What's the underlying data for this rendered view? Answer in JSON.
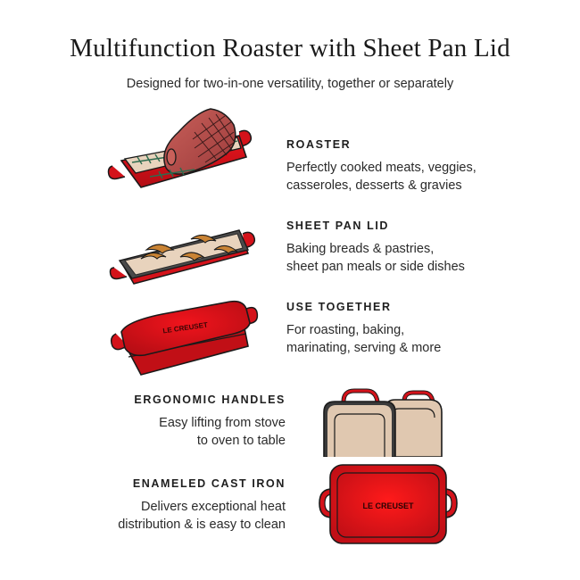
{
  "header": {
    "title": "Multifunction Roaster with Sheet Pan Lid",
    "subtitle": "Designed for two-in-one versatility, together or separately"
  },
  "features": [
    {
      "heading": "ROASTER",
      "line1": "Perfectly cooked meats, veggies,",
      "line2": "casseroles, desserts & gravies",
      "icon": "roaster-with-ham-illustration"
    },
    {
      "heading": "SHEET PAN LID",
      "line1": "Baking breads & pastries,",
      "line2": "sheet pan meals or side dishes",
      "icon": "sheet-pan-with-croissants-illustration"
    },
    {
      "heading": "USE TOGETHER",
      "line1": "For roasting, baking,",
      "line2": "marinating, serving & more",
      "icon": "covered-roaster-illustration"
    },
    {
      "heading": "ERGONOMIC HANDLES",
      "line1": "Easy lifting from stove",
      "line2": "to oven to table",
      "icon": "handles-closeup-illustration"
    },
    {
      "heading": "ENAMELED CAST IRON",
      "line1": "Delivers exceptional heat",
      "line2": "distribution & is easy to clean",
      "icon": "top-view-roaster-illustration"
    }
  ],
  "brand": {
    "logo_text": "LE CREUSET"
  },
  "colors": {
    "enamel_red": "#d4121a",
    "enamel_dark": "#9e0b10",
    "interior_beige": "#e8d3bd",
    "outline": "#1a1a1a",
    "rosemary_green": "#2e6b4f",
    "ham": "#b24b4b",
    "croissant": "#c98334"
  }
}
